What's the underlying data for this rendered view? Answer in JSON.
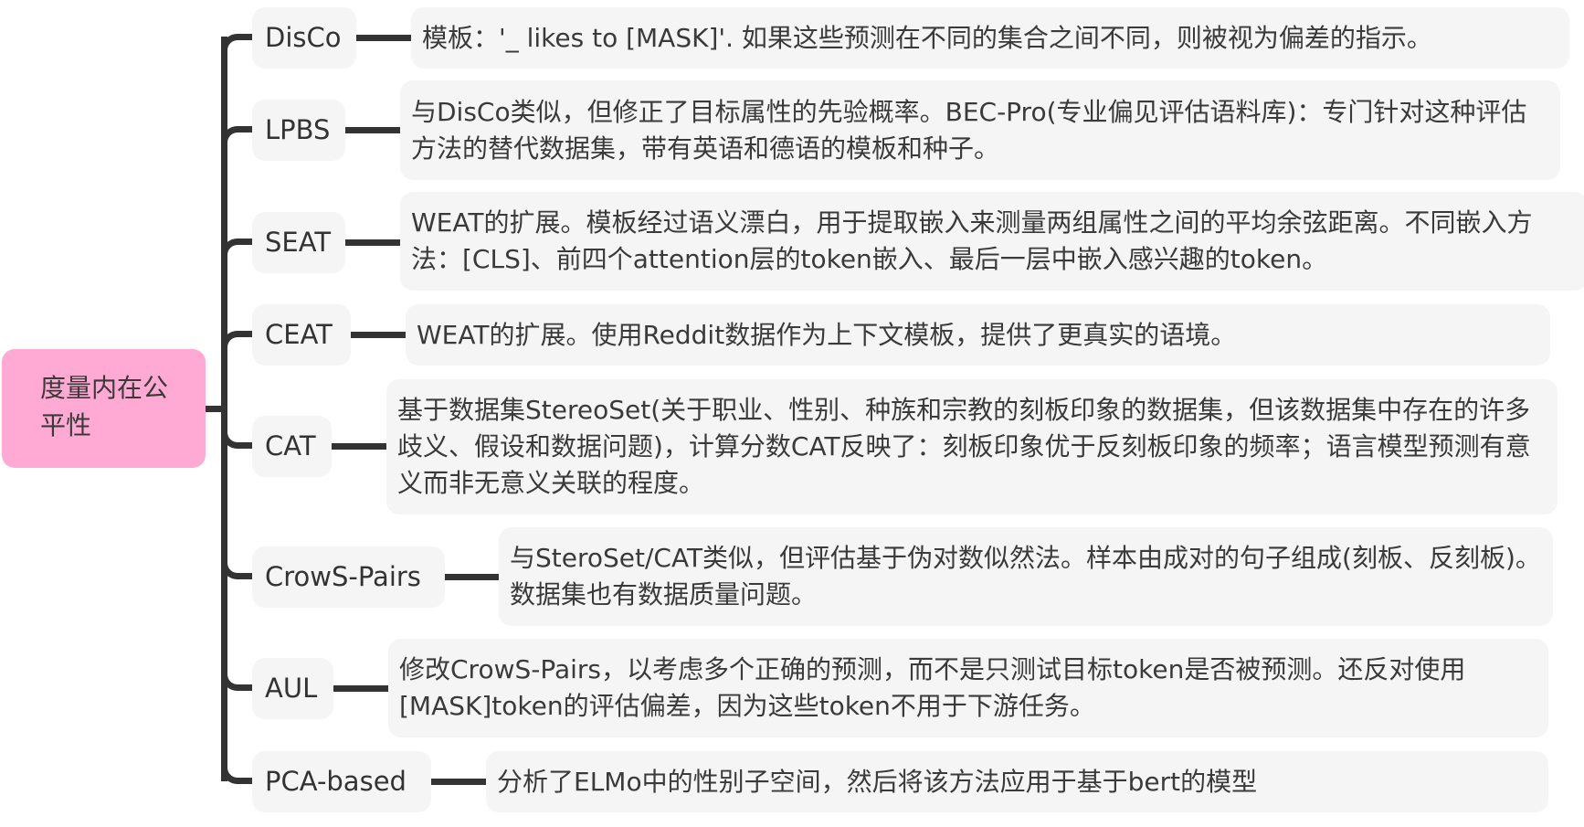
{
  "root": {
    "label": "度量内在公平性",
    "color": "#ffaad4"
  },
  "branches": [
    {
      "name": "DisCo",
      "description": "模板：'_ likes to [MASK]'. 如果这些预测在不同的集合之间不同，则被视为偏差的指示。"
    },
    {
      "name": "LPBS",
      "description": "与DisCo类似，但修正了目标属性的先验概率。BEC-Pro(专业偏见评估语料库)：专门针对这种评估方法的替代数据集，带有英语和德语的模板和种子。"
    },
    {
      "name": "SEAT",
      "description": "WEAT的扩展。模板经过语义漂白，用于提取嵌入来测量两组属性之间的平均余弦距离。不同嵌入方法：[CLS]、前四个attention层的token嵌入、最后一层中嵌入感兴趣的token。"
    },
    {
      "name": "CEAT",
      "description": "WEAT的扩展。使用Reddit数据作为上下文模板，提供了更真实的语境。"
    },
    {
      "name": "CAT",
      "description": "基于数据集StereoSet(关于职业、性别、种族和宗教的刻板印象的数据集，但该数据集中存在的许多歧义、假设和数据问题)，计算分数CAT反映了：刻板印象优于反刻板印象的频率；语言模型预测有意义而非无意义关联的程度。"
    },
    {
      "name": "CrowS-Pairs",
      "description": "与SteroSet/CAT类似，但评估基于伪对数似然法。样本由成对的句子组成(刻板、反刻板)。数据集也有数据质量问题。"
    },
    {
      "name": "AUL",
      "description": "修改CrowS-Pairs，以考虑多个正确的预测，而不是只测试目标token是否被预测。还反对使用[MASK]token的评估偏差，因为这些token不用于下游任务。"
    },
    {
      "name": "PCA-based",
      "description": "分析了ELMo中的性别子空间，然后将该方法应用于基于bert的模型"
    }
  ]
}
